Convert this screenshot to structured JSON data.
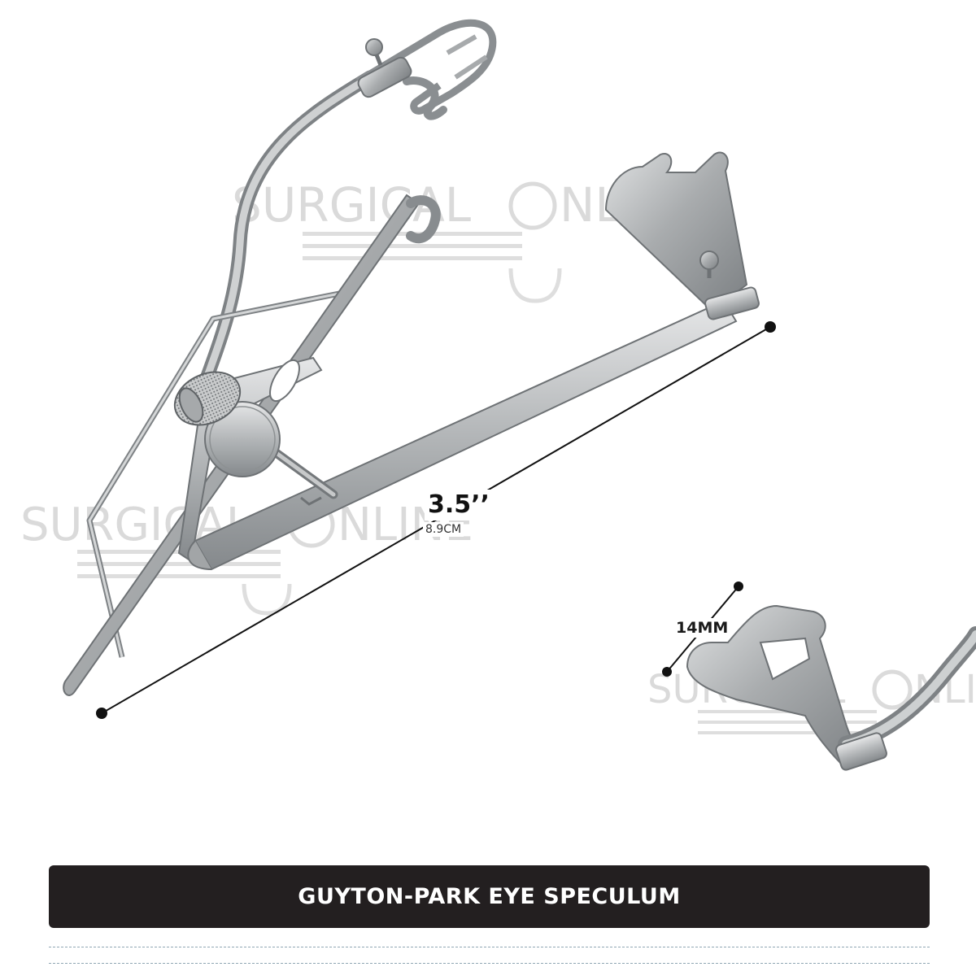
{
  "product": {
    "title": "GUYTON-PARK EYE SPECULUM"
  },
  "dimensions": {
    "length_inches": "3.5’’",
    "length_cm": "8.9CM",
    "blade_width": "14MM"
  },
  "watermark": {
    "left_part": "SURGICAL",
    "right_part": "NLINE"
  },
  "colors": {
    "title_bar": "#231f20",
    "title_text": "#ffffff",
    "dash_line": "#8fa6b4",
    "steel": "#b9bcbe"
  }
}
